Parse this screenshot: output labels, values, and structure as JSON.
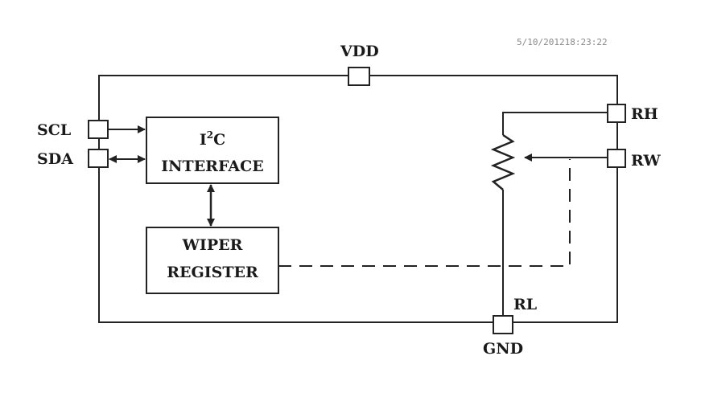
{
  "timestamp": "5/10/201218:23:22",
  "pins": {
    "vdd": "VDD",
    "gnd": "GND",
    "scl": "SCL",
    "sda": "SDA",
    "rh": "RH",
    "rw": "RW",
    "rl": "RL"
  },
  "blocks": {
    "i2c_main": "I",
    "i2c_sup": "2",
    "i2c_tail": "C",
    "i2c_line2": "INTERFACE",
    "wiper_line1": "WIPER",
    "wiper_line2": "REGISTER"
  }
}
